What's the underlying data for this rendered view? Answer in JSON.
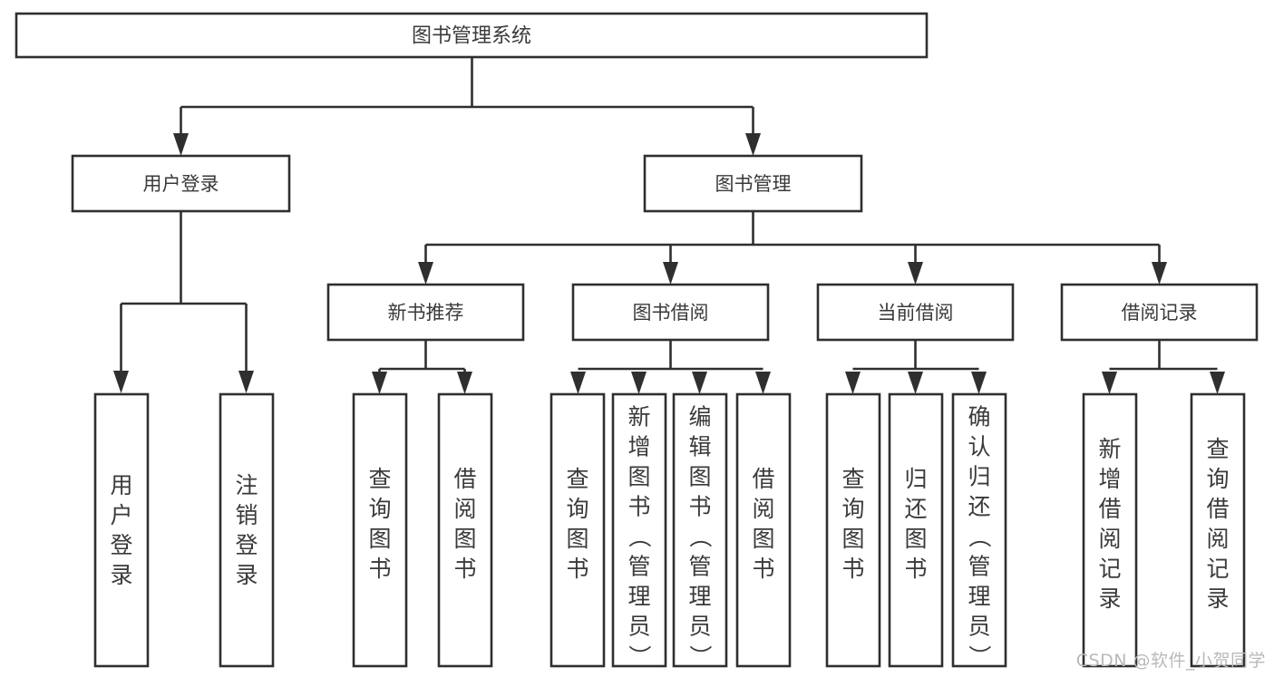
{
  "diagram": {
    "type": "tree-hierarchy",
    "title": "图书管理系统",
    "orientation": "top-down",
    "colors": {
      "box_stroke": "#2f2f2f",
      "box_fill": "#ffffff",
      "text": "#3a3a3a",
      "background": "#ffffff",
      "watermark": "#b9b9b9"
    },
    "root": {
      "label": "图书管理系统"
    },
    "level2": [
      {
        "label": "用户登录"
      },
      {
        "label": "图书管理"
      }
    ],
    "level3": [
      {
        "label": "新书推荐"
      },
      {
        "label": "图书借阅"
      },
      {
        "label": "当前借阅"
      },
      {
        "label": "借阅记录"
      }
    ],
    "leaves": {
      "user_login": [
        {
          "label": "用户登录"
        },
        {
          "label": "注销登录"
        }
      ],
      "new_book_recommend": [
        {
          "label": "查询图书"
        },
        {
          "label": "借阅图书"
        }
      ],
      "book_borrow": [
        {
          "label": "查询图书"
        },
        {
          "label": "新增图书（管理员）"
        },
        {
          "label": "编辑图书（管理员）"
        },
        {
          "label": "借阅图书"
        }
      ],
      "current_borrow": [
        {
          "label": "查询图书"
        },
        {
          "label": "归还图书"
        },
        {
          "label": "确认归还（管理员）"
        }
      ],
      "borrow_record": [
        {
          "label": "新增借阅记录"
        },
        {
          "label": "查询借阅记录"
        }
      ]
    }
  },
  "watermark": {
    "text": "CSDN @软件_小贺同学"
  }
}
